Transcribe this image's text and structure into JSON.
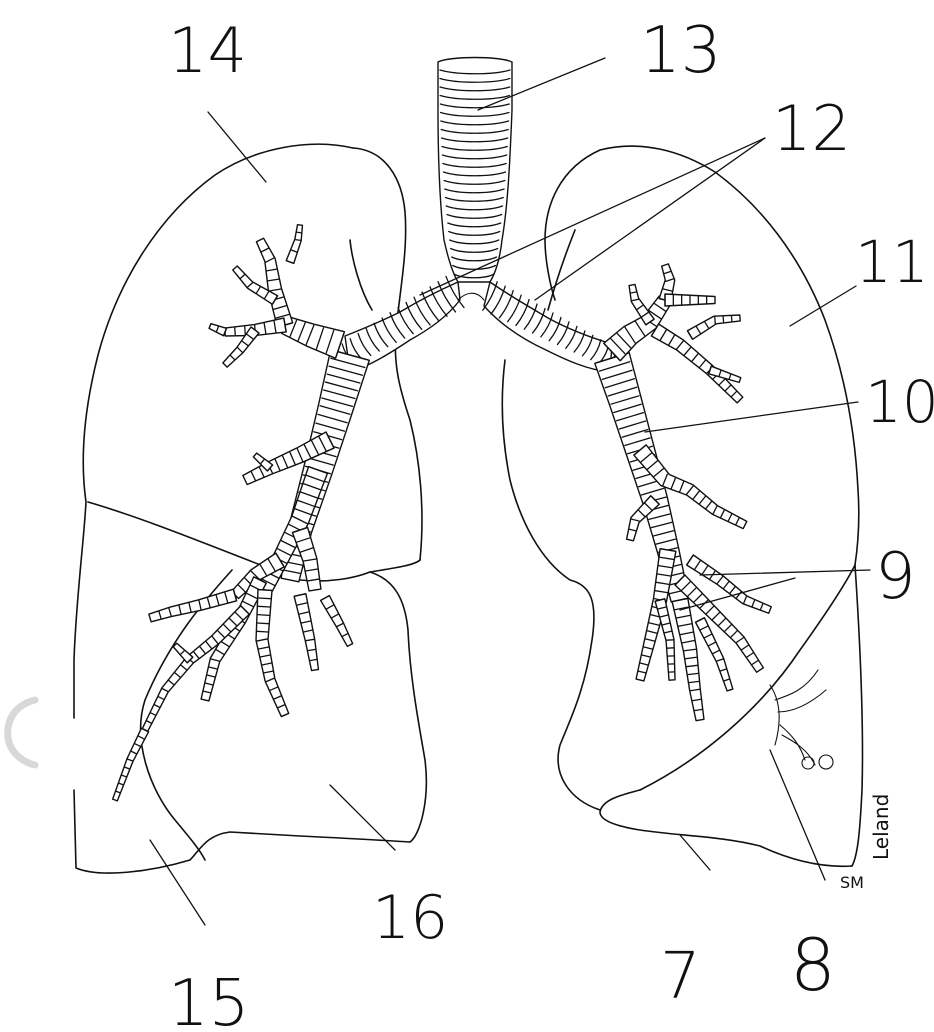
{
  "labels": {
    "n7": "7",
    "n8": "8",
    "n9": "9",
    "n10": "10",
    "n11": "11",
    "n12": "12",
    "n13": "13",
    "n14": "14",
    "n15": "15",
    "n16": "16"
  },
  "signature": {
    "name": "Leland",
    "initials": "SM"
  },
  "colors": {
    "ink": "#111111",
    "paper": "#ffffff"
  }
}
